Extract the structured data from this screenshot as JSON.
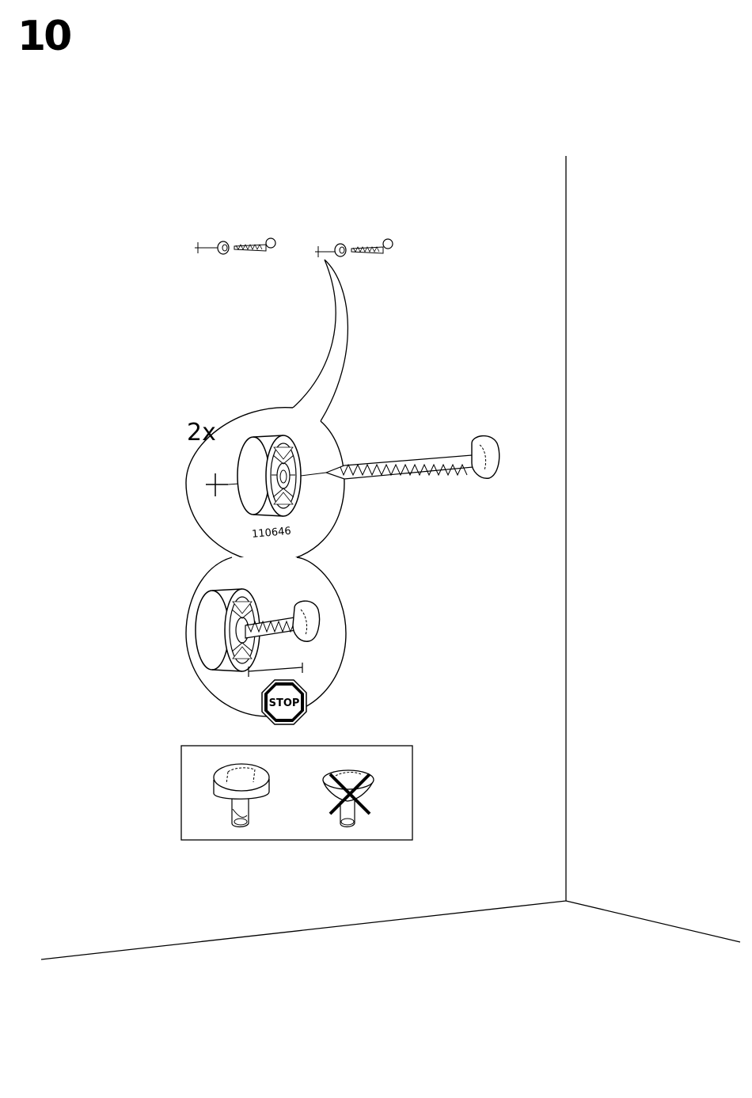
{
  "step": {
    "number": "10"
  },
  "detail": {
    "quantity": "2x",
    "part_number": "110646"
  },
  "stop_sign": {
    "label": "STOP"
  }
}
